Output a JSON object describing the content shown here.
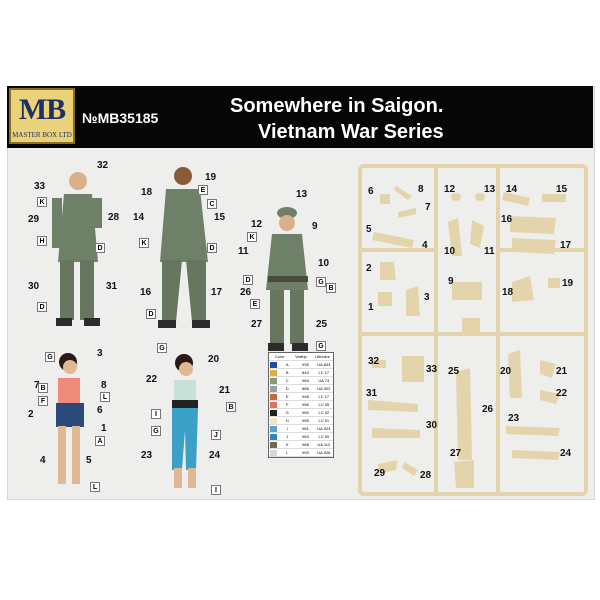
{
  "header": {
    "logo": {
      "letters": "MB",
      "subtitle": "MASTER BOX LTD"
    },
    "product_code": "№MB35185",
    "title_line1": "Somewhere in Saigon.",
    "title_line2": "Vietnam War Series"
  },
  "figures": {
    "fig1": {
      "numbers": [
        "32",
        "33",
        "29",
        "28",
        "30",
        "31"
      ],
      "letters": [
        "K",
        "H",
        "D",
        "D"
      ]
    },
    "fig2": {
      "numbers": [
        "19",
        "18",
        "14",
        "15",
        "16",
        "17"
      ],
      "letters": [
        "E",
        "C",
        "K",
        "D",
        "D"
      ]
    },
    "fig3": {
      "numbers": [
        "13",
        "12",
        "9",
        "11",
        "10",
        "26",
        "27",
        "25"
      ],
      "letters": [
        "K",
        "D",
        "E",
        "G",
        "B",
        "G"
      ]
    },
    "fig4": {
      "numbers": [
        "3",
        "7",
        "8",
        "2",
        "6",
        "1",
        "4",
        "5"
      ],
      "letters": [
        "G",
        "B",
        "F",
        "L",
        "A",
        "L"
      ]
    },
    "fig5": {
      "numbers": [
        "20",
        "22",
        "21",
        "23",
        "24"
      ],
      "letters": [
        "G",
        "B",
        "I",
        "G",
        "J",
        "I"
      ]
    }
  },
  "color_table": {
    "headers": [
      "Color",
      "Vallejo",
      "Lifecolor"
    ],
    "rows": [
      {
        "code": "A",
        "vallejo": "939",
        "lifecolor": "UA 844",
        "swatch": "#1f4aa8"
      },
      {
        "code": "B",
        "vallejo": "843",
        "lifecolor": "LC 17",
        "swatch": "#d9b23a"
      },
      {
        "code": "C",
        "vallejo": "964",
        "lifecolor": "UA 74",
        "swatch": "#8a9a6c"
      },
      {
        "code": "D",
        "vallejo": "886",
        "lifecolor": "UA 002",
        "swatch": "#9aa0a6"
      },
      {
        "code": "E",
        "vallejo": "946",
        "lifecolor": "LC 17",
        "swatch": "#c46a3a"
      },
      {
        "code": "F",
        "vallejo": "956",
        "lifecolor": "LC 05",
        "swatch": "#e3725e"
      },
      {
        "code": "G",
        "vallejo": "950",
        "lifecolor": "LC 02",
        "swatch": "#222222"
      },
      {
        "code": "H",
        "vallejo": "955",
        "lifecolor": "LC 01",
        "swatch": "#f3e3c0"
      },
      {
        "code": "I",
        "vallejo": "961",
        "lifecolor": "UA 024",
        "swatch": "#5fa0cf"
      },
      {
        "code": "J",
        "vallejo": "963",
        "lifecolor": "LC 09",
        "swatch": "#2e86c1"
      },
      {
        "code": "K",
        "vallejo": "988",
        "lifecolor": "UA 112",
        "swatch": "#6d6b4a"
      },
      {
        "code": "L",
        "vallejo": "993",
        "lifecolor": "UA 026",
        "swatch": "#d7d7d7"
      }
    ]
  },
  "sprue": {
    "part_numbers": [
      "6",
      "8",
      "7",
      "5",
      "4",
      "2",
      "1",
      "3",
      "12",
      "13",
      "10",
      "11",
      "9",
      "14",
      "15",
      "16",
      "17",
      "18",
      "19",
      "32",
      "33",
      "31",
      "30",
      "29",
      "28",
      "25",
      "26",
      "27",
      "20",
      "21",
      "22",
      "23",
      "24"
    ]
  },
  "colors": {
    "banner": "#060606",
    "sprue": "#e4d4ab",
    "uniform": "#6f8068",
    "logo": "#e9d27a"
  }
}
